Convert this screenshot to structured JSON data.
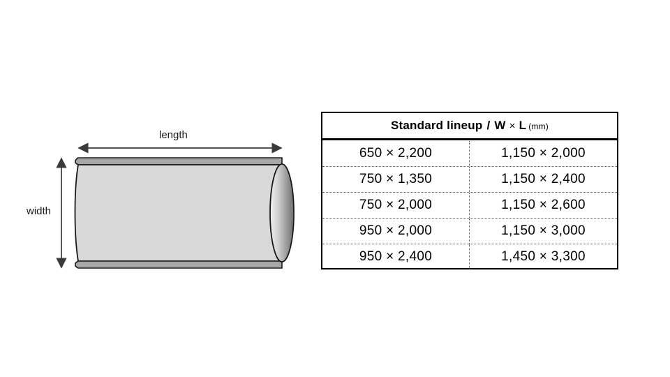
{
  "diagram": {
    "name": "roll-cylinder-diagram",
    "length_label": "length",
    "width_label": "width",
    "body_fill": "#d9d9d9",
    "edge_strip_fill": "#a6a6a6",
    "outline_color": "#1a1a1a",
    "arrow_color": "#3a3a3a"
  },
  "table": {
    "header": {
      "main": "Standard lineup",
      "separator": "/",
      "w": "W",
      "times": "×",
      "l": "L",
      "unit": "(mm)"
    },
    "rows": [
      {
        "left": "650 × 2,200",
        "right": "1,150 × 2,000"
      },
      {
        "left": "750 × 1,350",
        "right": "1,150 × 2,400"
      },
      {
        "left": "750 × 2,000",
        "right": "1,150 × 2,600"
      },
      {
        "left": "950 × 2,000",
        "right": "1,150 × 3,000"
      },
      {
        "left": "950 × 2,400",
        "right": "1,450 × 3,300"
      }
    ]
  }
}
